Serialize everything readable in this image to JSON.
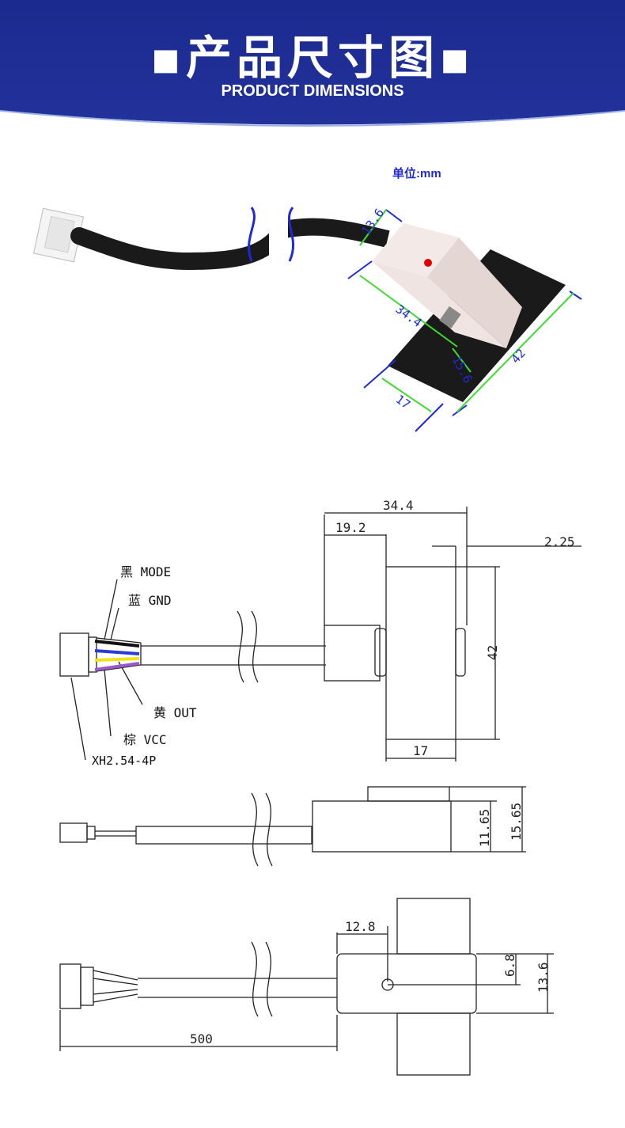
{
  "header": {
    "title": "▪产品尺寸图▪",
    "subtitle": "PRODUCT DIMENSIONS"
  },
  "unit_label": "单位:mm",
  "photo_dimensions": {
    "d1": "13.6",
    "d2": "34.4",
    "d3": "42",
    "d4": "15.6",
    "d5": "17"
  },
  "wire_labels": {
    "mode": "黑 MODE",
    "gnd": "蓝 GND",
    "out": "黄 OUT",
    "vcc": "棕 VCC",
    "connector": "XH2.54-4P"
  },
  "top_view_dims": {
    "w_total": "34.4",
    "w_offset": "19.2",
    "w_small": "2.25",
    "height": "42",
    "plate_width": "17"
  },
  "side_view_dims": {
    "h1": "11.65",
    "h2": "15.65"
  },
  "bottom_view_dims": {
    "hole_x": "12.8",
    "hole_y": "6.8",
    "height": "13.6",
    "cable_length": "500"
  },
  "colors": {
    "banner": "#1b2a8f",
    "dimension_blue": "#1f2ad6",
    "dimension_green": "#3ddc2e",
    "wire_black": "#111111",
    "wire_blue": "#2b3ad8",
    "wire_yellow": "#f2e21a",
    "wire_brown": "#9a5ac8"
  }
}
